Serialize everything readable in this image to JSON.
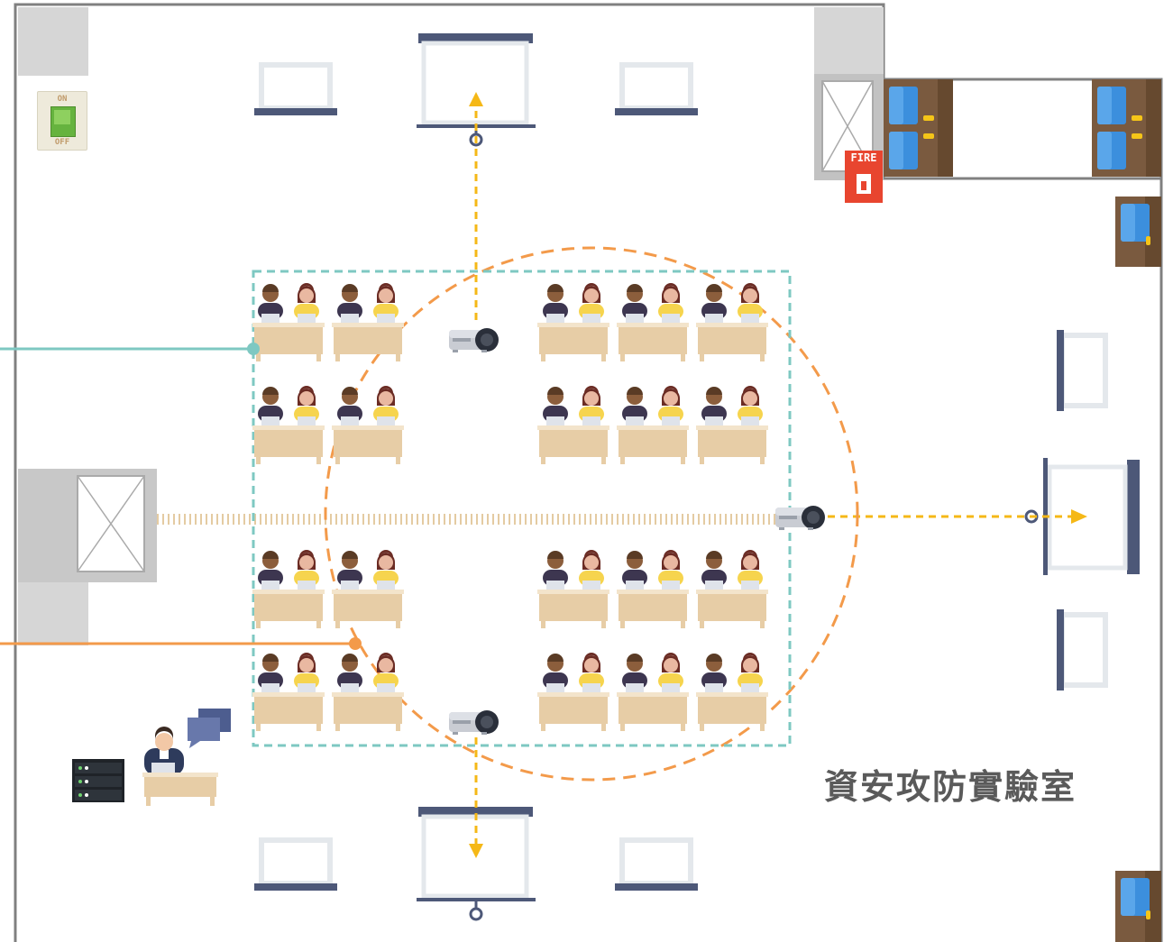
{
  "room": {
    "name": "資安攻防實驗室"
  },
  "light_switch": {
    "on_label": "ON",
    "off_label": "OFF"
  },
  "fire_alarm": {
    "label": "FIRE"
  },
  "colors": {
    "wall": "#808080",
    "screen_bar": "#4d5878",
    "zone_outline": "#7ec8c2",
    "coverage_circle": "#f39a4a",
    "projection_arrow": "#f5b817",
    "desk": "#e7cda6",
    "cabinet_wood": "#7a5a3f",
    "cabinet_panel": "#3c8fdd",
    "fire": "#e8452f"
  },
  "icons": [
    "light-switch-icon",
    "projector-icon",
    "projection-screen-icon",
    "fire-alarm-icon",
    "server-rack-icon",
    "chat-bubble-icon",
    "admin-person-icon",
    "student-icon",
    "door-icon",
    "cabinet-icon",
    "window-icon"
  ]
}
